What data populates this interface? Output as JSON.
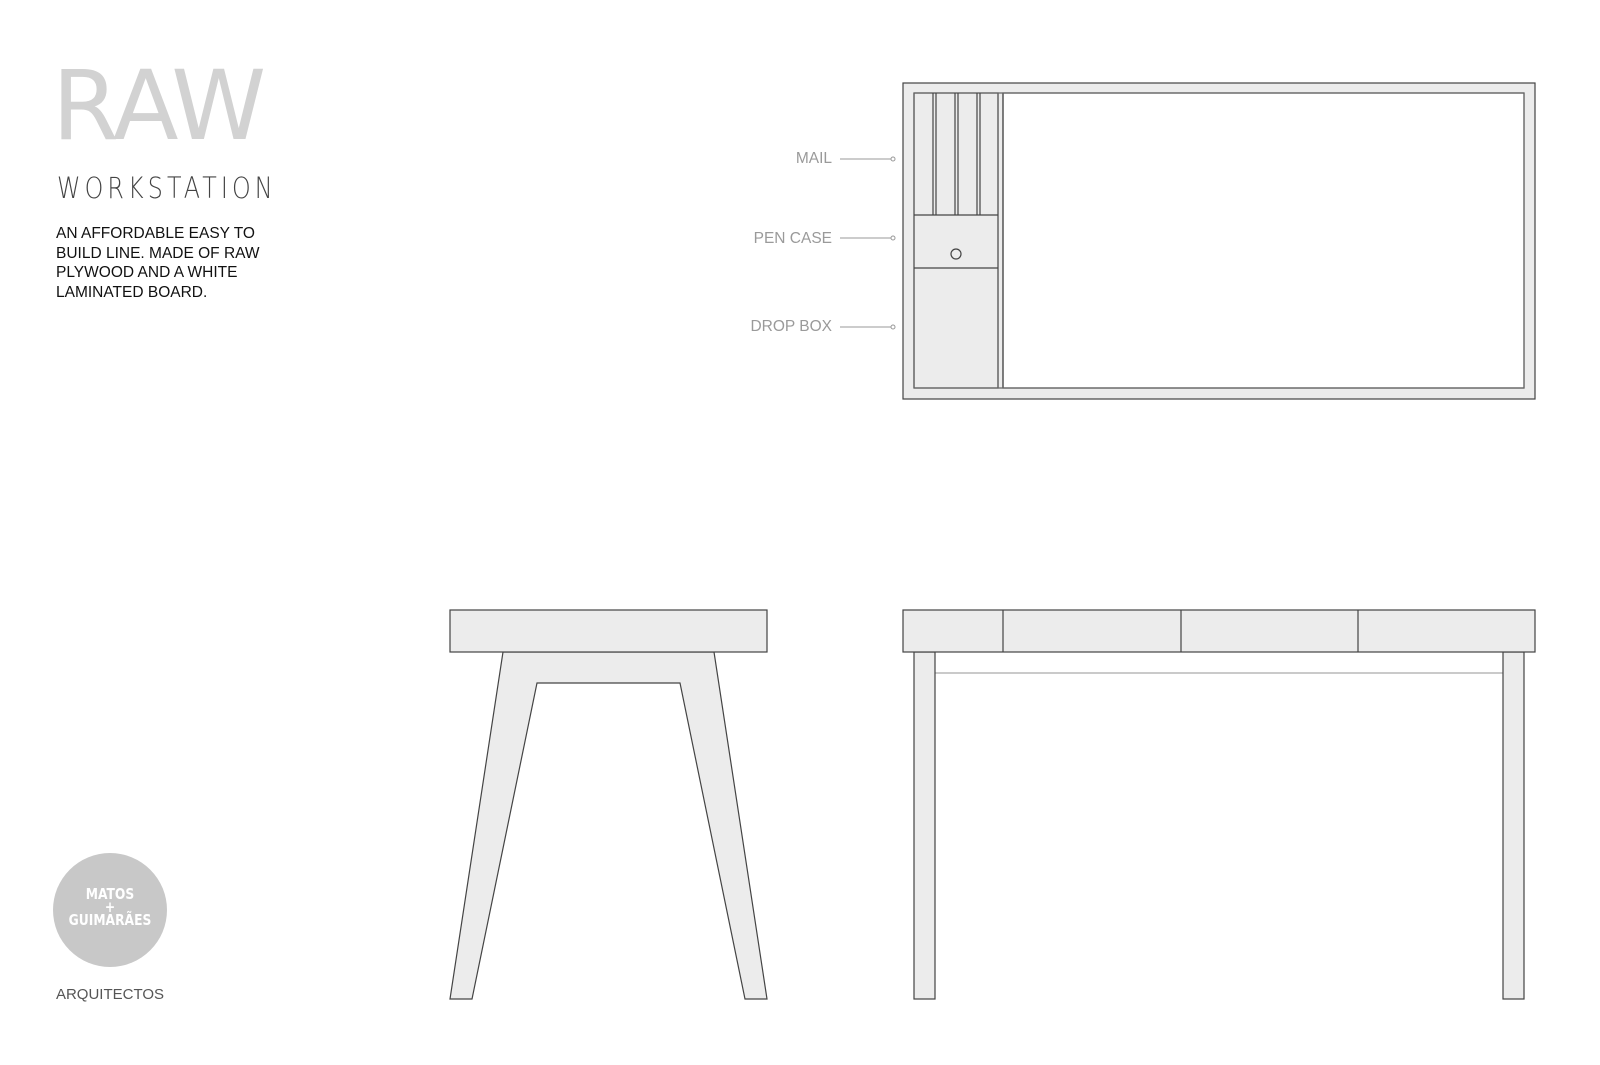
{
  "header": {
    "title": "RAW",
    "subtitle": "WORKSTATION",
    "description": "AN AFFORDABLE EASY TO BUILD LINE. MADE OF RAW PLYWOOD AND A WHITE LAMINATED BOARD."
  },
  "plan_view": {
    "callouts": [
      {
        "label": "MAIL"
      },
      {
        "label": "PEN CASE"
      },
      {
        "label": "DROP BOX"
      }
    ]
  },
  "views": {
    "side": "side-elevation",
    "front": "front-elevation",
    "plan": "plan-view"
  },
  "colors": {
    "title_gray": "#d2d2d2",
    "line": "#444444",
    "fill": "#ececec",
    "callout_text": "#9a9a9a",
    "logo": "#c8c8c8"
  },
  "logo": {
    "line1": "MATOS",
    "line2": "+",
    "line3": "GUIMARÃES",
    "caption": "ARQUITECTOS"
  }
}
